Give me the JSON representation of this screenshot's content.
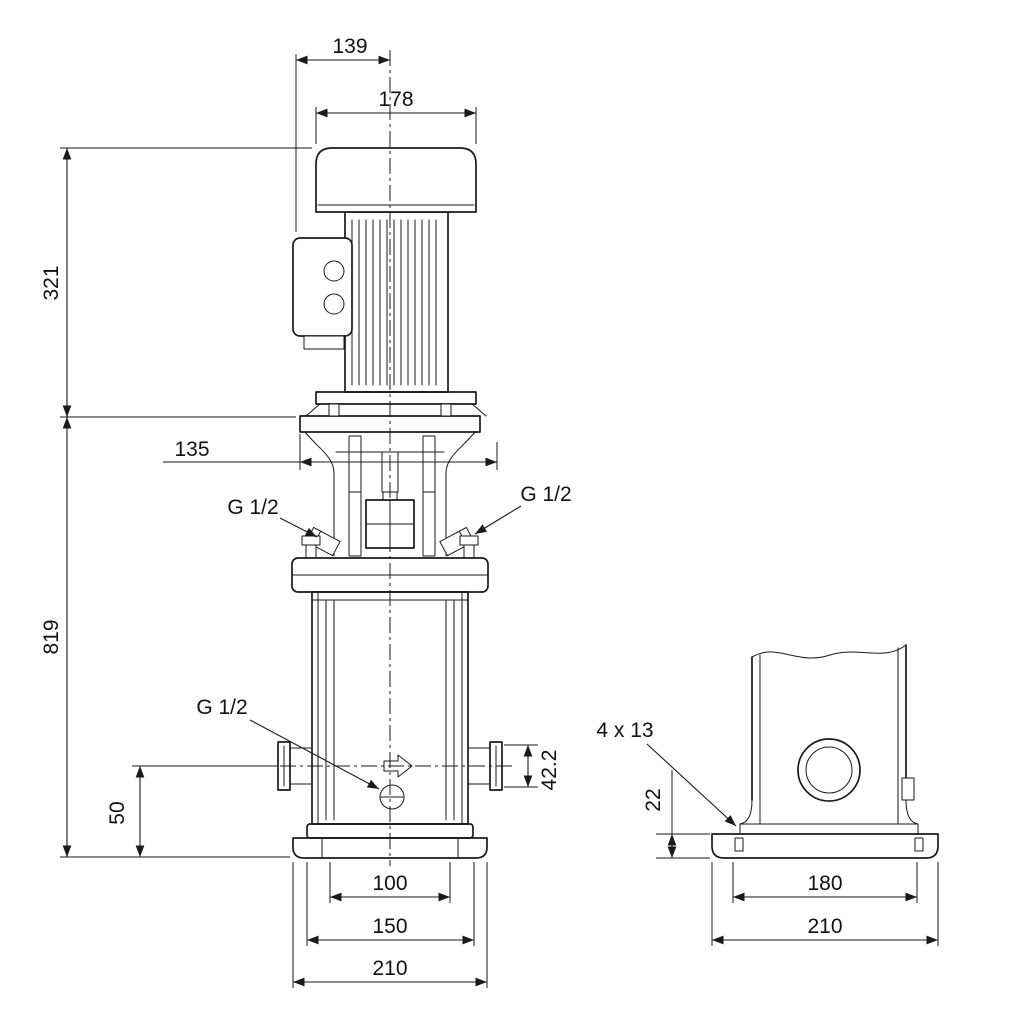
{
  "dims": {
    "d139": "139",
    "d178": "178",
    "d321": "321",
    "d135": "135",
    "d819": "819",
    "g12_left": "G 1/2",
    "g12_right": "G 1/2",
    "g12_drain": "G 1/2",
    "d50": "50",
    "d42_2": "42.2",
    "d100": "100",
    "d150": "150",
    "d210_front": "210",
    "holes": "4 x 13",
    "d22": "22",
    "d180": "180",
    "d210_side": "210"
  },
  "colors": {
    "line": "#1a1a1a",
    "background": "#ffffff"
  }
}
